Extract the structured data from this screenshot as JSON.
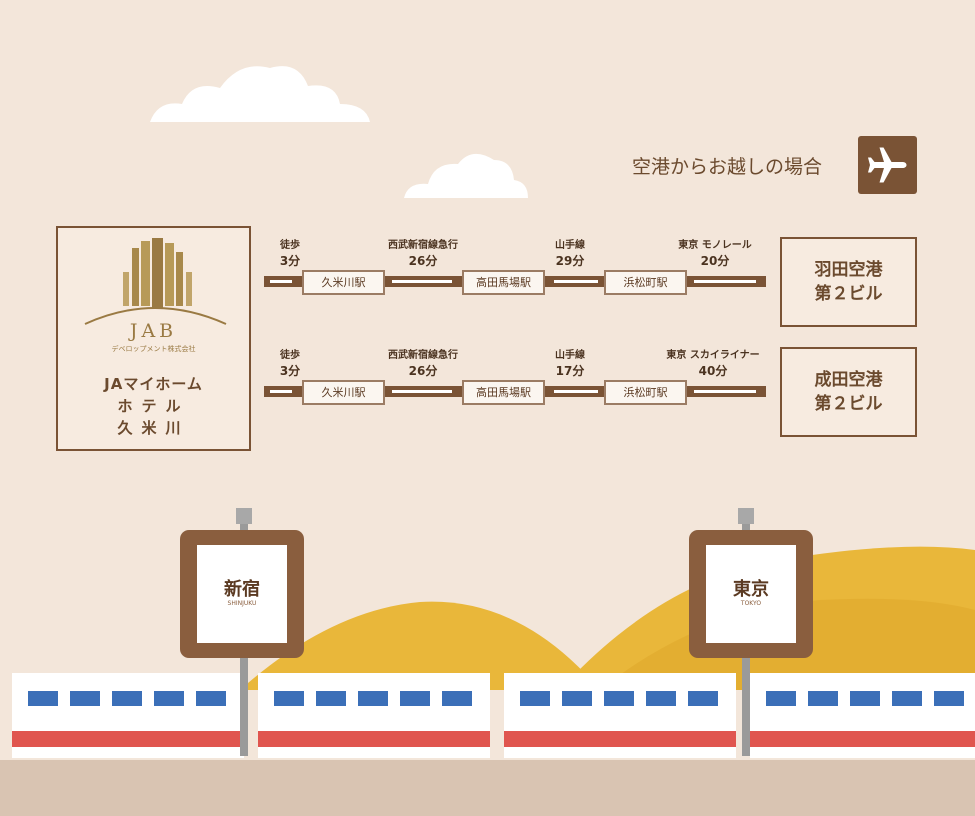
{
  "heading": "空港からお越しの場合",
  "icons": {
    "airport": "airplane-icon",
    "hotel_logo": "building-icon"
  },
  "hotel": {
    "logo_text": "JAB",
    "logo_subtitle": "デベロップメント株式会社",
    "name_lines": [
      "JAマイホーム",
      "ホテル",
      "久米川"
    ]
  },
  "routes": [
    {
      "destination_lines": [
        "羽田空港",
        "第２ビル"
      ],
      "stations": [
        "久米川駅",
        "高田馬場駅",
        "浜松町駅"
      ],
      "segments": [
        {
          "line": "徒歩",
          "minutes": "3分"
        },
        {
          "line": "西武新宿線急行",
          "minutes": "26分"
        },
        {
          "line": "山手線",
          "minutes": "29分"
        },
        {
          "line": "東京 モノレール",
          "minutes": "20分"
        }
      ]
    },
    {
      "destination_lines": [
        "成田空港",
        "第２ビル"
      ],
      "stations": [
        "久米川駅",
        "高田馬場駅",
        "浜松町駅"
      ],
      "segments": [
        {
          "line": "徒歩",
          "minutes": "3分"
        },
        {
          "line": "西武新宿線急行",
          "minutes": "26分"
        },
        {
          "line": "山手線",
          "minutes": "17分"
        },
        {
          "line": "東京 スカイライナー",
          "minutes": "40分"
        }
      ]
    }
  ],
  "signs": [
    {
      "kanji": "新宿",
      "roman": "SHINJUKU"
    },
    {
      "kanji": "東京",
      "roman": "TOKYO"
    }
  ],
  "colors": {
    "background": "#f3e6da",
    "brown": "#7a5335",
    "gold": "#e9b73a",
    "train_stripe": "#e0554f",
    "train_window": "#3b6fb8"
  }
}
